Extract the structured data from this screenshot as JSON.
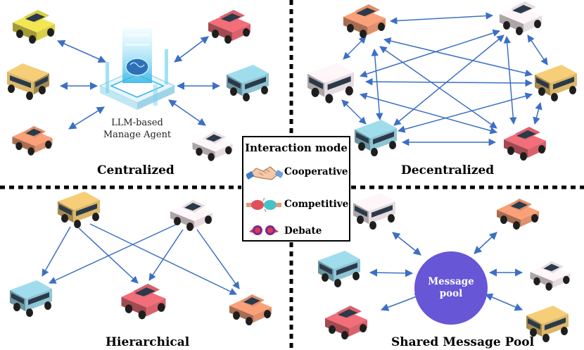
{
  "quadrants": {
    "centralized": {
      "title": "Centralized",
      "agent_label_line1": "LLM-based",
      "agent_label_line2": "Manage  Agent"
    },
    "decentralized": {
      "title": "Decentralized"
    },
    "hierarchical": {
      "title": "Hierarchical"
    },
    "shared_pool": {
      "title": "Shared Message Pool",
      "pool_line1": "Message",
      "pool_line2": "pool"
    }
  },
  "legend": {
    "title": "Interaction mode",
    "items": [
      {
        "label": "Cooperative",
        "icon": "handshake-icon"
      },
      {
        "label": "Competitive",
        "icon": "boxing-gloves-icon"
      },
      {
        "label": "Debate",
        "icon": "megaphone-icon"
      }
    ]
  },
  "colors": {
    "arrow": "#3c6fc4",
    "divider": "#000000",
    "pool": "#6756d6",
    "car_yellow": "#d9cd4a",
    "car_red": "#d8626c",
    "car_orange": "#e0906c",
    "car_white": "#e6dcdf",
    "car_blue": "#8ec5d4",
    "car_tan": "#dcb86a",
    "chip_glow": "#7ad4ef"
  }
}
